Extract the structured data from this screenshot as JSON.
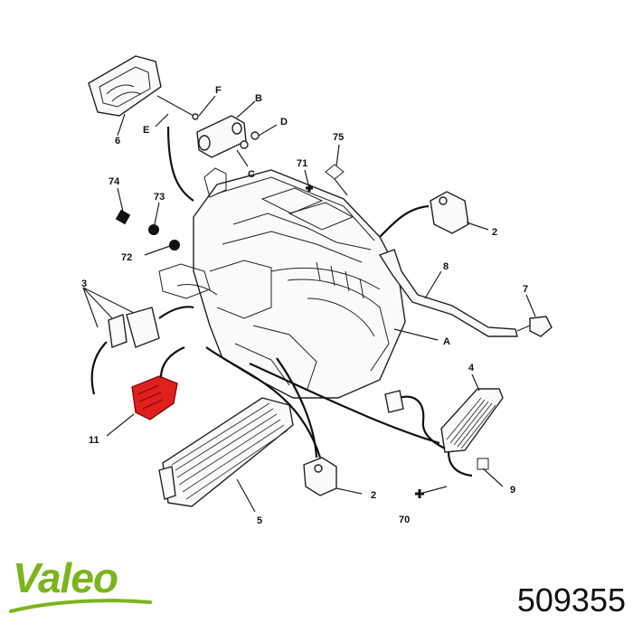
{
  "labels": {
    "l6": "6",
    "lE": "E",
    "lF": "F",
    "lB": "B",
    "lD": "D",
    "lC": "C",
    "l71": "71",
    "l75": "75",
    "l74": "74",
    "l73": "73",
    "l72": "72",
    "l2a": "2",
    "l8": "8",
    "l7": "7",
    "l3": "3",
    "lA": "A",
    "l4": "4",
    "l11": "11",
    "l9": "9",
    "l70": "70",
    "l2b": "2",
    "l5": "5"
  },
  "brand": {
    "name": "Valeo",
    "color": "#7ab51d"
  },
  "part_number": "509355",
  "highlight_color": "#e0201f"
}
